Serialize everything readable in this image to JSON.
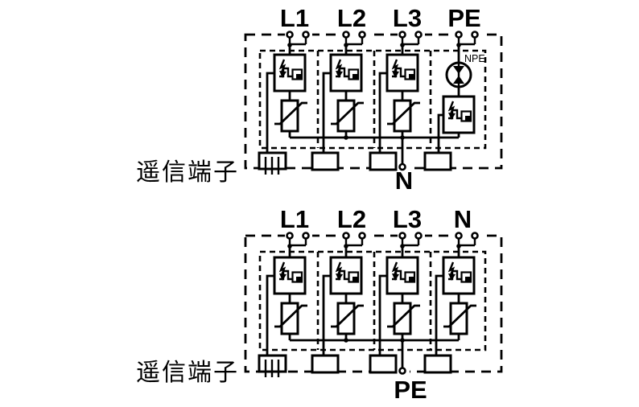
{
  "figure": {
    "background": "#ffffff",
    "stroke_color": "#000000",
    "kind": "surge-protective-device wiring diagrams"
  },
  "top_diagram": {
    "phase_labels": [
      "L1",
      "L2",
      "L3",
      "PE"
    ],
    "bottom_terminal_label": "N",
    "npe_label": "NPE",
    "remote_signal_label": "遥信端子",
    "modules": [
      "mov",
      "mov",
      "mov",
      "gdt-npe"
    ]
  },
  "bottom_diagram": {
    "phase_labels": [
      "L1",
      "L2",
      "L3",
      "N"
    ],
    "bottom_terminal_label": "PE",
    "remote_signal_label": "遥信端子",
    "modules": [
      "mov",
      "mov",
      "mov",
      "mov"
    ]
  }
}
